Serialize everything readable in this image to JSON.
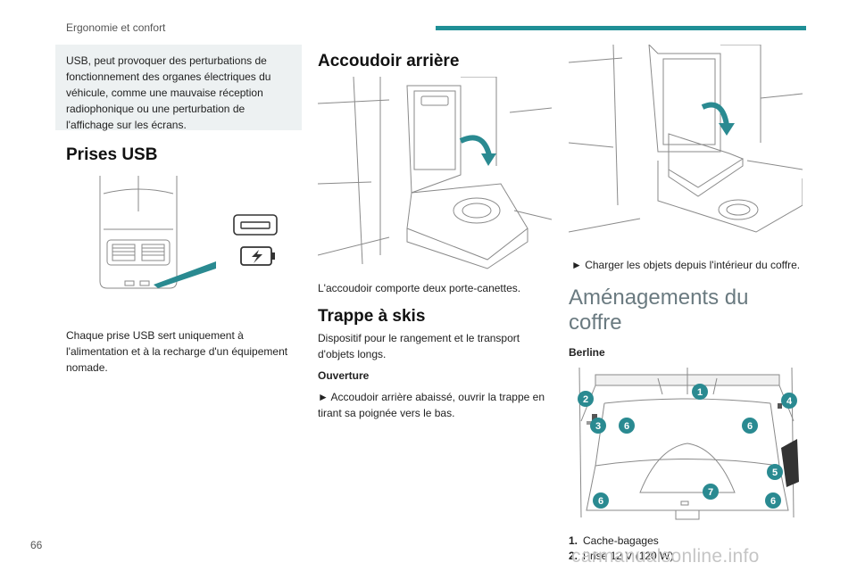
{
  "header": {
    "section_title": "Ergonomie et confort"
  },
  "page_number": "66",
  "watermark": "carmanualsonline.info",
  "left": {
    "note": "USB, peut provoquer des perturbations de fonctionnement des organes électriques du véhicule, comme une mauvaise réception radiophonique ou une perturbation de l'affichage sur les écrans.",
    "usb_title": "Prises USB",
    "usb_text": "Chaque prise USB sert uniquement à l'alimentation et à la recharge d'un équipement nomade."
  },
  "middle": {
    "armrest_title": "Accoudoir arrière",
    "armrest_text": "L'accoudoir comporte deux porte-canettes.",
    "ski_title": "Trappe à skis",
    "ski_text": "Dispositif pour le rangement et le transport d'objets longs.",
    "opening_label": "Ouverture",
    "opening_step": "► Accoudoir arrière abaissé, ouvrir la trappe en tirant sa poignée vers le bas."
  },
  "right": {
    "load_step": "► Charger les objets depuis l'intérieur du coffre.",
    "boot_title": "Aménagements du coffre",
    "berline_label": "Berline",
    "legend": [
      {
        "num": "1.",
        "label": "Cache-bagages"
      },
      {
        "num": "2.",
        "label": "Prise 12 V (120 W)"
      }
    ],
    "callouts": [
      "1",
      "2",
      "3",
      "6",
      "6",
      "4",
      "5",
      "6",
      "7",
      "6"
    ]
  },
  "colors": {
    "accent": "#1f8f96",
    "callout": "#2a8a91",
    "note_bg": "#edf1f2"
  }
}
